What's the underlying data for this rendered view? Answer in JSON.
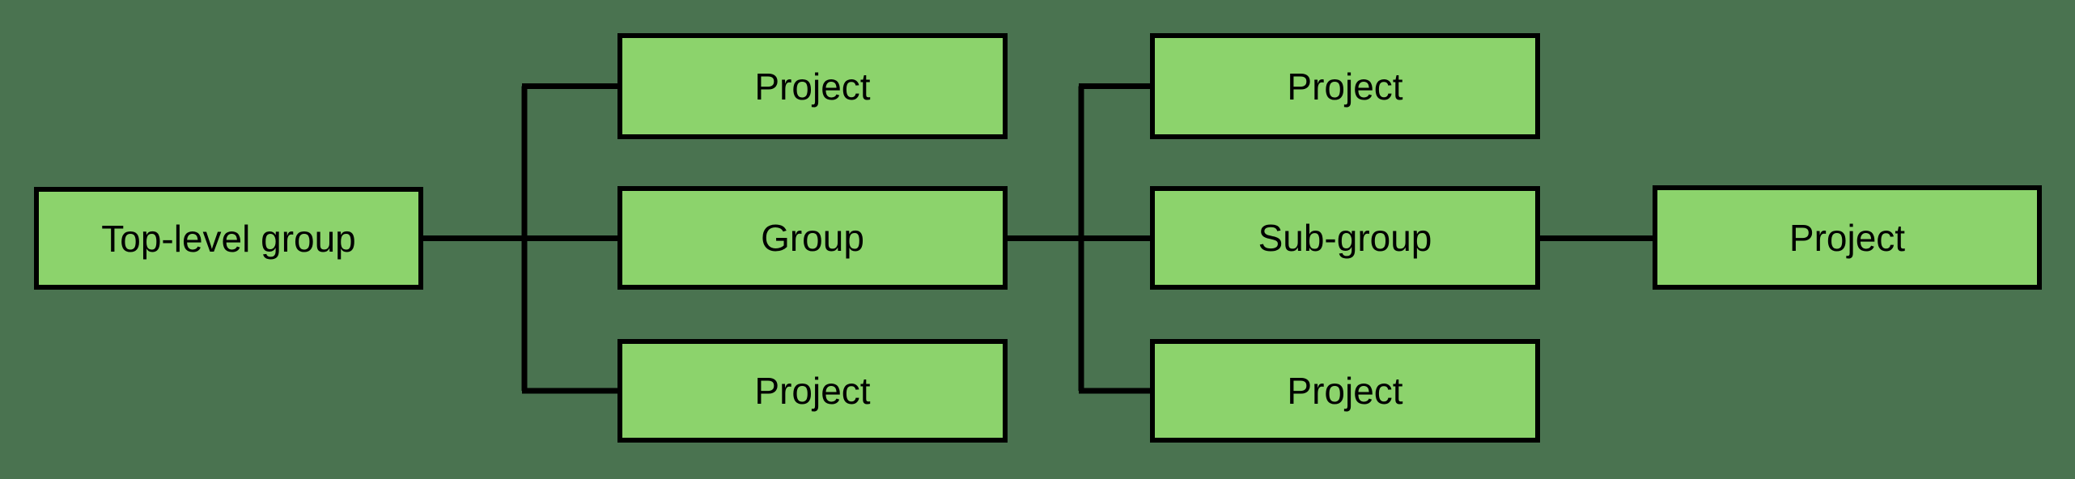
{
  "diagram": {
    "type": "hierarchy",
    "colors": {
      "background": "#4A7350",
      "node_fill": "#8CD36C",
      "node_border": "#000000",
      "text": "#000000"
    },
    "nodes": [
      {
        "id": "top-level-group",
        "label": "Top-level group"
      },
      {
        "id": "project-a",
        "label": "Project"
      },
      {
        "id": "group",
        "label": "Group"
      },
      {
        "id": "project-b",
        "label": "Project"
      },
      {
        "id": "project-c",
        "label": "Project"
      },
      {
        "id": "sub-group",
        "label": "Sub-group"
      },
      {
        "id": "project-d",
        "label": "Project"
      },
      {
        "id": "project-e",
        "label": "Project"
      }
    ],
    "relationships": [
      {
        "from": "top-level-group",
        "to": "project-a"
      },
      {
        "from": "top-level-group",
        "to": "group"
      },
      {
        "from": "top-level-group",
        "to": "project-b"
      },
      {
        "from": "group",
        "to": "project-c"
      },
      {
        "from": "group",
        "to": "sub-group"
      },
      {
        "from": "group",
        "to": "project-d"
      },
      {
        "from": "sub-group",
        "to": "project-e"
      }
    ]
  }
}
